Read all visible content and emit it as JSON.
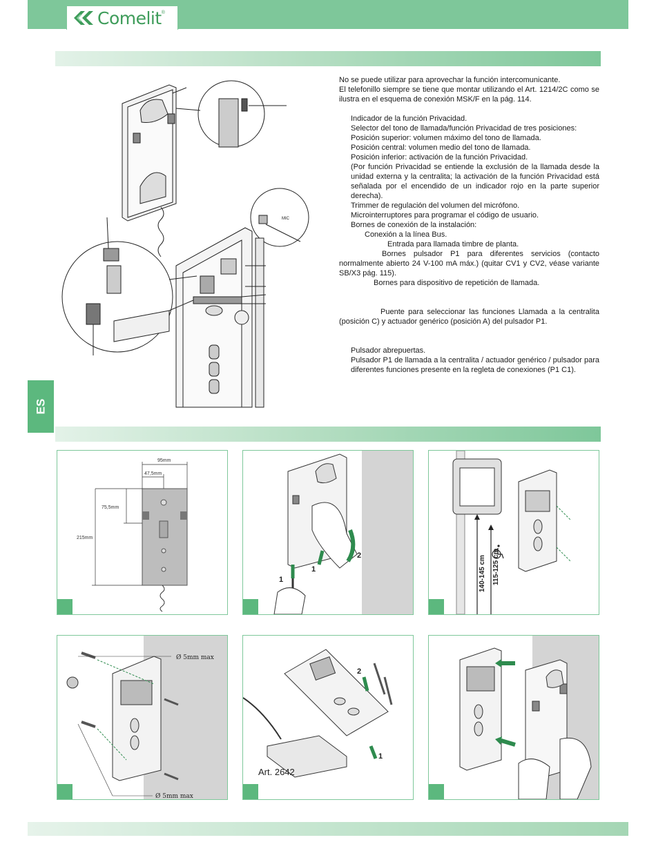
{
  "header": {
    "brand": "Comelit",
    "brand_mark": "®"
  },
  "language_tab": "ES",
  "intro": {
    "line1": "No se puede utilizar para aprovechar la función intercomunicante.",
    "line2": "El telefonillo siempre se tiene que montar utilizando el Art. 1214/2C como se ilustra en el esquema de conexión MSK/F en la pág. 114."
  },
  "legend": {
    "privacy_indicator": "Indicador de la función Privacidad.",
    "selector": "Selector del tono de llamada/función Privacidad de tres posiciones:",
    "pos_upper": "Posición superior: volumen máximo del tono de llamada.",
    "pos_center": "Posición central: volumen medio del tono de llamada.",
    "pos_lower": "Posición inferior: activación de la función Privacidad.",
    "privacy_note": "(Por función Privacidad se entiende la exclusión de la llamada desde la unidad externa y la centralita; la activación de la función Privacidad está señalada por el encendido de un indicador rojo en la parte superior derecha).",
    "trimmer": "Trimmer de regulación del volumen del micrófono.",
    "dip_switches": "Microinterruptores para programar el código de usuario.",
    "terminals": "Bornes de conexión de la instalación:",
    "bus": "Conexión a la línea Bus.",
    "floor_call": "Entrada para llamada timbre de planta.",
    "p1_terminals": "Bornes pulsador P1 para diferentes servicios (contacto normalmente abierto 24 V-100 mA máx.) (quitar CV1 y CV2, véase variante SB/X3 pág. 115).",
    "repeat": "Bornes para dispositivo de repetición de llamada.",
    "jumper": "Puente para seleccionar las funciones Llamada a la centralita (posición C) y actuador genérico (posición A) del pulsador P1.",
    "door_button": "Pulsador abrepuertas.",
    "p1_button": "Pulsador P1 de llamada a la centralita / actuador genérico / pulsador para diferentes funciones presente en la regleta de conexiones (P1 C1)."
  },
  "top_figure": {
    "mic_label": "MIC"
  },
  "dimensions": {
    "width": "95mm",
    "half_width": "47,5mm",
    "upper_height": "75,5mm",
    "total_height": "215mm"
  },
  "step2": {
    "arrow_1a": "1",
    "arrow_1b": "1",
    "arrow_2": "2"
  },
  "step3": {
    "height_standard": "140-145 cm",
    "height_accessible": "115-125 cm"
  },
  "step4": {
    "drill_top": "Ø 5mm max",
    "drill_bottom": "Ø 5mm max"
  },
  "step5": {
    "arrow_1": "1",
    "arrow_2": "2",
    "article": "Art. 2642"
  },
  "colors": {
    "brand_green": "#7ec79a",
    "tab_green": "#5cb87e"
  }
}
